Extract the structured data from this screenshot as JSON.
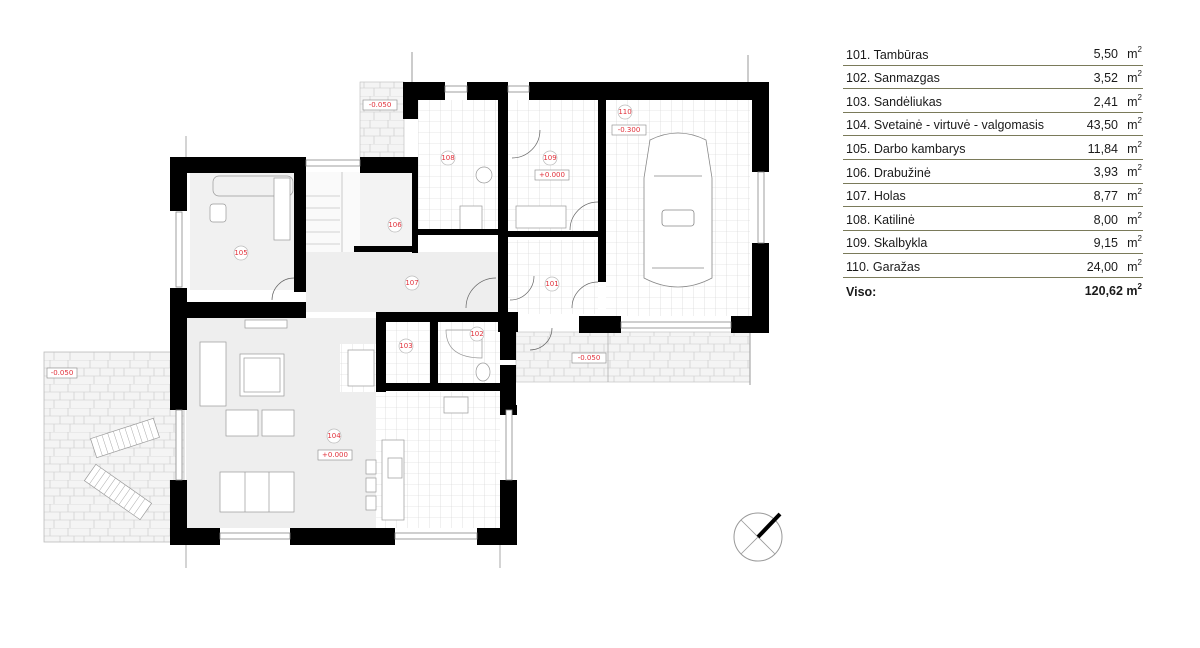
{
  "rooms_table": {
    "rows": [
      {
        "no": "101.",
        "name": "Tambūras",
        "area": "5,50",
        "unit": "m",
        "exp": "2"
      },
      {
        "no": "102.",
        "name": "Sanmazgas",
        "area": "3,52",
        "unit": "m",
        "exp": "2"
      },
      {
        "no": "103.",
        "name": "Sandėliukas",
        "area": "2,41",
        "unit": "m",
        "exp": "2"
      },
      {
        "no": "104.",
        "name": "Svetainė - virtuvė - valgomasis",
        "area": "43,50",
        "unit": "m",
        "exp": "2"
      },
      {
        "no": "105.",
        "name": "Darbo kambarys",
        "area": "11,84",
        "unit": "m",
        "exp": "2"
      },
      {
        "no": "106.",
        "name": "Drabužinė",
        "area": "3,93",
        "unit": "m",
        "exp": "2"
      },
      {
        "no": "107.",
        "name": "Holas",
        "area": "8,77",
        "unit": "m",
        "exp": "2"
      },
      {
        "no": "108.",
        "name": "Katilinė",
        "area": "8,00",
        "unit": "m",
        "exp": "2"
      },
      {
        "no": "109.",
        "name": "Skalbykla",
        "area": "9,15",
        "unit": "m",
        "exp": "2"
      },
      {
        "no": "110.",
        "name": "Garažas",
        "area": "24,00",
        "unit": "m",
        "exp": "2"
      }
    ],
    "total": {
      "label": "Viso:",
      "area": "120,62 m",
      "exp": "2"
    }
  },
  "plan": {
    "room_tags": [
      "101",
      "102",
      "103",
      "104",
      "105",
      "106",
      "107",
      "108",
      "109",
      "110"
    ],
    "levels": {
      "tambour_entrance": "-0.050",
      "laundry": "+0.000",
      "garage": "-0.300",
      "living": "+0.000",
      "terrace": "-0.050",
      "front_entrance": "-0.050"
    },
    "colors": {
      "wall": "#000000",
      "label": "#e0303a",
      "line": "#7a7a5a"
    },
    "compass_icon": "north-arrow-icon"
  }
}
